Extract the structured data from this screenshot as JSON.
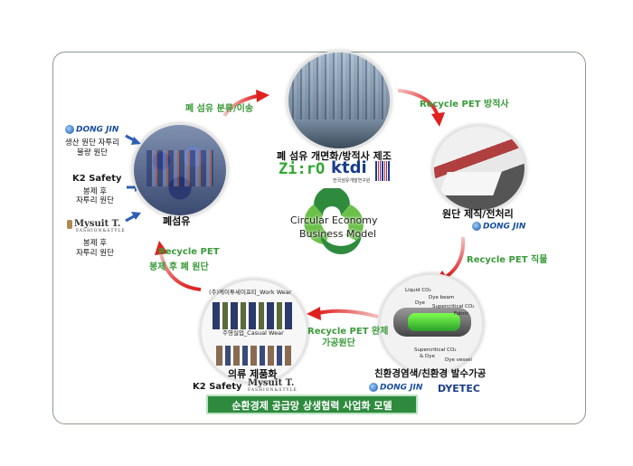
{
  "nodes": {
    "top": {
      "label": "폐 섬유 개면화/방적사 제조"
    },
    "right": {
      "label": "원단 제직/전처리"
    },
    "bottom_right": {
      "label": "친환경염색/친환경 발수가공"
    },
    "bottom_left": {
      "label": "의류 제품화",
      "caption_work": "(주)케이투세이프티_Work Wear",
      "caption_casual": "주영실업_Casual Wear"
    },
    "left": {
      "label": "폐섬유"
    }
  },
  "arrows": {
    "left_to_top": "폐 섬유 분류/이송",
    "top_to_right": "Recycle PET 방적사",
    "right_to_bottom_right": "Recycle PET 직물",
    "bottom_right_to_bottom_left": {
      "line1": "Recycle PET 완제",
      "line2": "가공원단"
    },
    "bottom_left_to_left": {
      "line1": "Recycle PET",
      "line2": "봉제 후 폐 원단"
    }
  },
  "center": {
    "line1": "Circular Economy",
    "line2": "Business Model"
  },
  "sources": {
    "dongjin": {
      "logo": "DONG JIN",
      "desc1": "생산 원단 자투리",
      "desc2": "불량 원단"
    },
    "k2": {
      "logo": "K2 Safety",
      "desc1": "봉제 후",
      "desc2": "자투리 원단"
    },
    "mysuit": {
      "logo": "Mysuit T.",
      "sub": "FASHION&STYLE",
      "desc1": "봉제 후",
      "desc2": "자투리 원단"
    }
  },
  "partner_logos": {
    "ziro": "Zi:rO",
    "ktdi": "ktdi",
    "ktdi_sub": "한국섬유개발연구원",
    "dongjin_right": "DONG JIN",
    "k2_bottom": "K2 Safety",
    "mysuit_bottom": "Mysuit T.",
    "mysuit_bottom_sub": "FASHION&STYLE",
    "dongjin_bottom": "DONG JIN",
    "dyetec": "DYETEC"
  },
  "dyeing_labels": [
    "Liquid CO₂",
    "Dye beam",
    "Dye",
    "Supercritical CO₂",
    "Fabric",
    "Supercritical CO₂",
    "& Dye",
    "Dye vessel"
  ],
  "footer": "순환경제 공급망 상생협력 사업화 모델",
  "colors": {
    "arrow_red": "#e02020",
    "label_green": "#3a9a3a",
    "footer_green": "#2e8b3e",
    "logo_blue": "#1a4fa0"
  }
}
